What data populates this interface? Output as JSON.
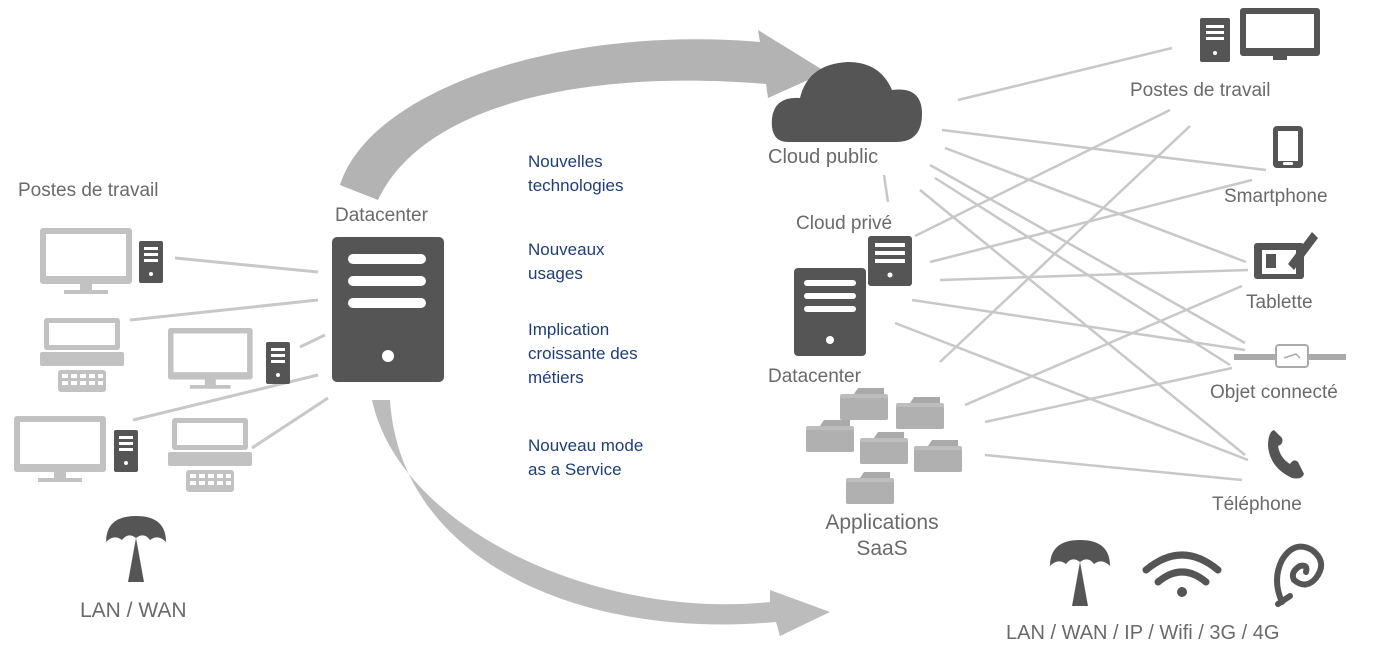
{
  "left": {
    "workstations_label": "Postes de travail",
    "datacenter_label": "Datacenter",
    "network_label": "LAN / WAN"
  },
  "middle": {
    "drivers": [
      {
        "line1": "Nouvelles",
        "line2": "technologies",
        "line3": ""
      },
      {
        "line1": "Nouveaux",
        "line2": "usages",
        "line3": ""
      },
      {
        "line1": "Implication",
        "line2": "croissante des",
        "line3": "métiers"
      },
      {
        "line1": "Nouveau mode",
        "line2": "as a Service",
        "line3": ""
      }
    ]
  },
  "right": {
    "cloud_public_label": "Cloud public",
    "cloud_private_label": "Cloud privé",
    "datacenter_label": "Datacenter",
    "saas_label_line1": "Applications",
    "saas_label_line2": "SaaS",
    "devices": [
      {
        "label": "Postes de travail",
        "icon": "workstation-icon"
      },
      {
        "label": "Smartphone",
        "icon": "smartphone-icon"
      },
      {
        "label": "Tablette",
        "icon": "tablet-icon"
      },
      {
        "label": "Objet connecté",
        "icon": "connected-object-icon"
      },
      {
        "label": "Téléphone",
        "icon": "phone-icon"
      }
    ],
    "network_label": "LAN / WAN / IP / Wifi / 3G / 4G"
  },
  "colors": {
    "dark_gray": "#555555",
    "light_gray": "#c2c2c2",
    "line_gray": "#c8c8c8",
    "arrow_gray": "#b3b3b3",
    "text_gray": "#6a6a6a",
    "text_blue": "#1f3d7a"
  }
}
